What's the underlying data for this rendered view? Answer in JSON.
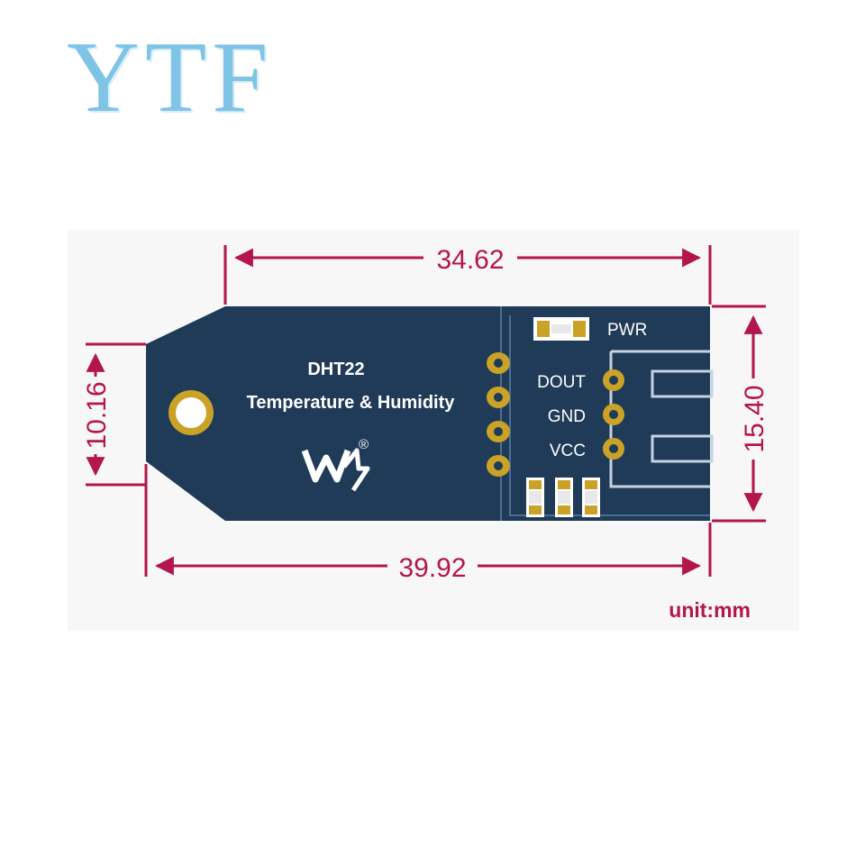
{
  "watermark": {
    "text": "YTF",
    "color": "#7fc4e6"
  },
  "board": {
    "model": "DHT22",
    "description": "Temperature & Humidity",
    "pin_labels": [
      "DOUT",
      "GND",
      "VCC"
    ],
    "pwr_label": "PWR",
    "logo_mark": "®",
    "color": "#1f3b57",
    "trace_color": "#4e6d92",
    "pad_color": "#c9a227"
  },
  "dimensions": {
    "top_width": "34.62",
    "bottom_width": "39.92",
    "left_height": "10.16",
    "right_height": "15.40",
    "color": "#b3154e"
  },
  "unit_label": "unit:mm"
}
